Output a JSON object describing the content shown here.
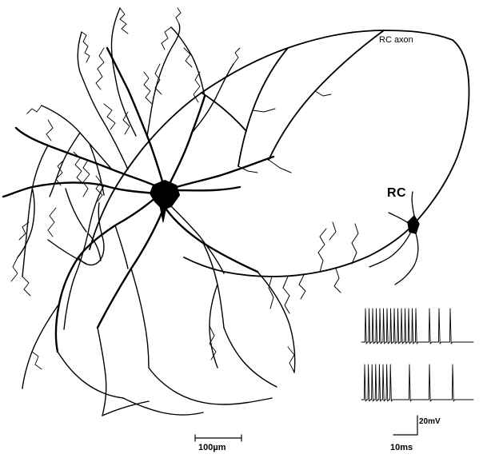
{
  "labels": {
    "axon": "RC axon",
    "cell": "RC",
    "scale_bar": "100µm",
    "voltage_scale": "20mV",
    "time_scale": "10ms"
  },
  "colors": {
    "ink": "#000000",
    "background": "#ffffff"
  }
}
